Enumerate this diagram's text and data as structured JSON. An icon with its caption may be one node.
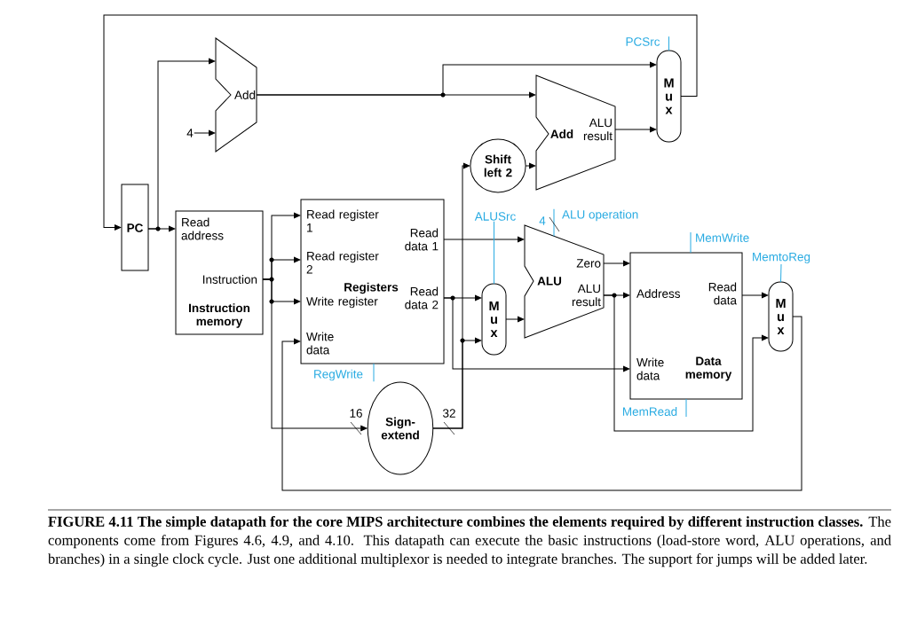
{
  "diagram": {
    "caption": "**FIGURE 4.11 The simple datapath for the core MIPS architecture combines the elements required by different instruction classes.** The components come from Figures 4.6, 4.9, and 4.10. This datapath can execute the basic instructions (load-store word, ALU operations, and branches) in a single clock cycle. Just one additional multiplexor is needed to integrate branches. The support for jumps will be added later.",
    "nodes": [
      {
        "text": [
          "PC"
        ]
      },
      {
        "text": [
          "Read address",
          "Instruction",
          "Instruction memory"
        ]
      },
      {
        "text": [
          "Read register 1",
          "Read register 2",
          "Write register",
          "Write data",
          "Registers",
          "Read data 1",
          "Read data 2"
        ]
      },
      {
        "text": [
          "Add"
        ]
      },
      {
        "text": [
          "Shift left 2"
        ]
      },
      {
        "text": [
          "Add",
          "ALU result"
        ]
      },
      {
        "text": [
          "Mux"
        ]
      },
      {
        "text": [
          "Mux"
        ]
      },
      {
        "text": [
          "ALU",
          "Zero",
          "ALU result"
        ]
      },
      {
        "text": [
          "Address",
          "Read data",
          "Write data",
          "Data memory"
        ]
      },
      {
        "text": [
          "Mux"
        ]
      },
      {
        "text": [
          "Sign-extend"
        ]
      },
      {
        "text": [
          "4"
        ]
      },
      {
        "text": [
          "PCSrc"
        ]
      },
      {
        "text": [
          "ALUSrc"
        ]
      },
      {
        "text": [
          "ALU operation"
        ]
      },
      {
        "text": [
          "MemWrite"
        ]
      },
      {
        "text": [
          "MemtoReg"
        ]
      },
      {
        "text": [
          "RegWrite"
        ]
      },
      {
        "text": [
          "MemRead"
        ]
      }
    ],
    "edges": [
      {
        "from": 6,
        "to": 0,
        "arrow": "to"
      },
      {
        "from": 0,
        "to": 1,
        "arrow": "to"
      },
      {
        "from": 0,
        "to": 3,
        "arrow": "to"
      },
      {
        "from": 12,
        "to": 3,
        "arrow": "to"
      },
      {
        "from": 3,
        "to": 5,
        "arrow": "to"
      },
      {
        "from": 3,
        "to": 6,
        "arrow": "to"
      },
      {
        "from": 4,
        "to": 5,
        "arrow": "to"
      },
      {
        "from": 5,
        "to": 6,
        "arrow": "to"
      },
      {
        "from": 1,
        "to": 2,
        "arrow": "to"
      },
      {
        "from": 1,
        "to": 2,
        "arrow": "to"
      },
      {
        "from": 1,
        "to": 2,
        "arrow": "to"
      },
      {
        "from": 1,
        "to": 11,
        "arrow": "to"
      },
      {
        "from": 10,
        "to": 2,
        "arrow": "to"
      },
      {
        "from": 2,
        "to": 8,
        "arrow": "to"
      },
      {
        "from": 2,
        "to": 7,
        "arrow": "to"
      },
      {
        "from": 2,
        "to": 9,
        "arrow": "to"
      },
      {
        "from": 11,
        "to": 4,
        "arrow": "to"
      },
      {
        "from": 11,
        "to": 7,
        "arrow": "to"
      },
      {
        "from": 7,
        "to": 8,
        "arrow": "to"
      },
      {
        "from": 8,
        "to": 9,
        "arrow": "to"
      },
      {
        "from": 8,
        "to": 9,
        "arrow": "to"
      },
      {
        "from": 8,
        "to": 10,
        "arrow": "to"
      },
      {
        "from": 9,
        "to": 10,
        "arrow": "to"
      },
      {
        "from": 13,
        "to": 6,
        "arrow": "none",
        "color": "#29abe2"
      },
      {
        "from": 14,
        "to": 7,
        "arrow": "none",
        "color": "#29abe2"
      },
      {
        "from": 15,
        "to": 8,
        "arrow": "none",
        "color": "#29abe2"
      },
      {
        "from": 16,
        "to": 9,
        "arrow": "none",
        "color": "#29abe2"
      },
      {
        "from": 17,
        "to": 10,
        "arrow": "none",
        "color": "#29abe2"
      },
      {
        "from": 18,
        "to": 2,
        "arrow": "none",
        "color": "#29abe2"
      },
      {
        "from": 19,
        "to": 9,
        "arrow": "none",
        "color": "#29abe2"
      }
    ],
    "labels": [
      "4",
      "16",
      "32"
    ]
  }
}
